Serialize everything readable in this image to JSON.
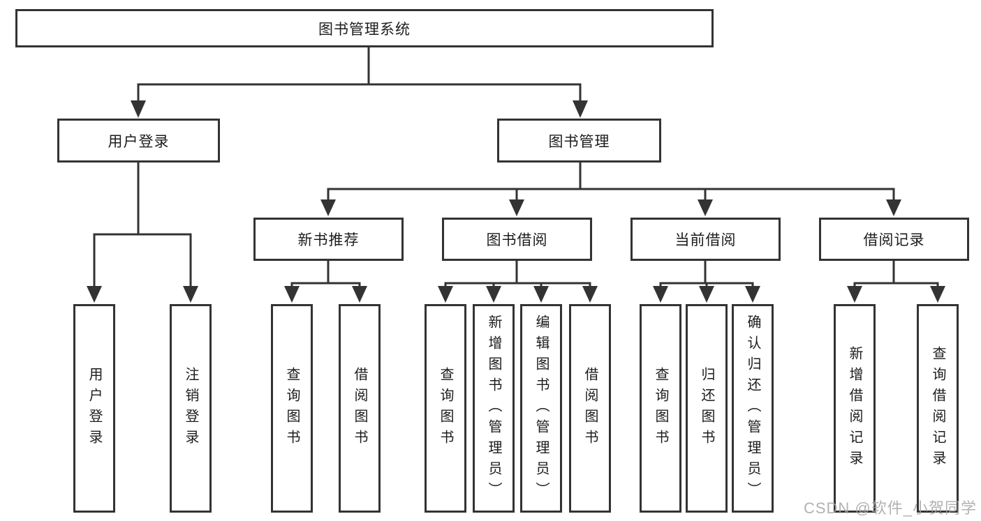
{
  "root": {
    "label": "图书管理系统"
  },
  "level2": {
    "user_login": {
      "label": "用户登录"
    },
    "book_management": {
      "label": "图书管理"
    }
  },
  "level3": {
    "new_book_recommendation": {
      "label": "新书推荐"
    },
    "book_borrowing": {
      "label": "图书借阅"
    },
    "current_borrowing": {
      "label": "当前借阅"
    },
    "borrowing_records": {
      "label": "借阅记录"
    }
  },
  "leaves": {
    "user_login": [
      "用户登录",
      "注销登录"
    ],
    "new_book_recommendation": [
      "查询图书",
      "借阅图书"
    ],
    "book_borrowing": [
      "查询图书",
      "新增图书（管理员）",
      "编辑图书（管理员）",
      "借阅图书"
    ],
    "current_borrowing": [
      "查询图书",
      "归还图书",
      "确认归还（管理员）"
    ],
    "borrowing_records": [
      "新增借阅记录",
      "查询借阅记录"
    ]
  },
  "watermark": "CSDN @软件_小贺同学",
  "colors": {
    "line": "#333333",
    "text": "#1c1c1c",
    "watermark": "#a5a5a5",
    "background": "#ffffff"
  }
}
